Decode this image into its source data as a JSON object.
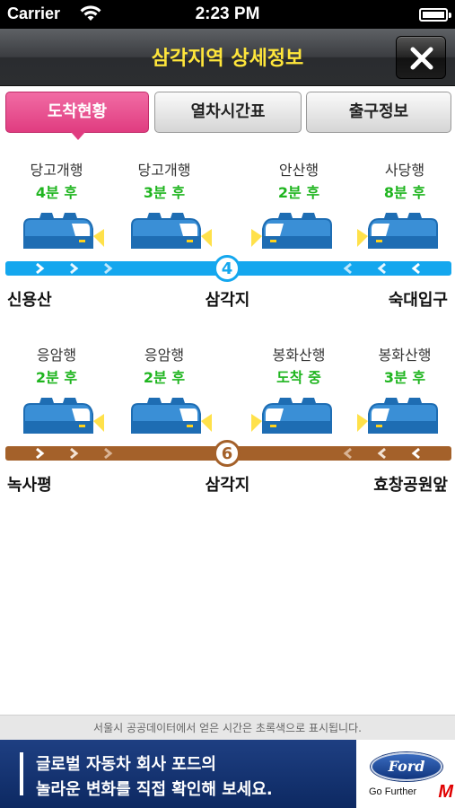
{
  "status_bar": {
    "carrier": "Carrier",
    "time": "2:23 PM"
  },
  "nav": {
    "title": "삼각지역 상세정보"
  },
  "tabs": [
    {
      "label": "도착현황",
      "active": true
    },
    {
      "label": "열차시간표",
      "active": false
    },
    {
      "label": "출구정보",
      "active": false
    }
  ],
  "lines": [
    {
      "number": "4",
      "color": "#14a7ee",
      "trains": [
        {
          "dest": "당고개행",
          "time": "4분 후"
        },
        {
          "dest": "당고개행",
          "time": "3분 후"
        },
        {
          "dest": "안산행",
          "time": "2분 후"
        },
        {
          "dest": "사당행",
          "time": "8분 후"
        }
      ],
      "stations": {
        "left": "신용산",
        "center": "삼각지",
        "right": "숙대입구"
      }
    },
    {
      "number": "6",
      "color": "#a4612a",
      "trains": [
        {
          "dest": "응암행",
          "time": "2분 후"
        },
        {
          "dest": "응암행",
          "time": "2분 후"
        },
        {
          "dest": "봉화산행",
          "time": "도착 중"
        },
        {
          "dest": "봉화산행",
          "time": "3분 후"
        }
      ],
      "stations": {
        "left": "녹사평",
        "center": "삼각지",
        "right": "효창공원앞"
      }
    }
  ],
  "footer_note": "서울시 공공데이터에서 얻은 시간은 초록색으로 표시됩니다.",
  "ad": {
    "line1": "글로벌 자동차 회사 포드의",
    "line2": "놀라운 변화를 직접 확인해 보세요.",
    "logo_text": "Ford",
    "tagline": "Go Further",
    "badge": "M"
  },
  "colors": {
    "accent_pink": "#e03c80",
    "time_green": "#1fb51f",
    "title_yellow": "#ffe63b"
  },
  "icons": [
    "wifi-icon",
    "battery-icon",
    "close-icon",
    "train-icon",
    "chevron-right-icon",
    "chevron-left-icon"
  ]
}
